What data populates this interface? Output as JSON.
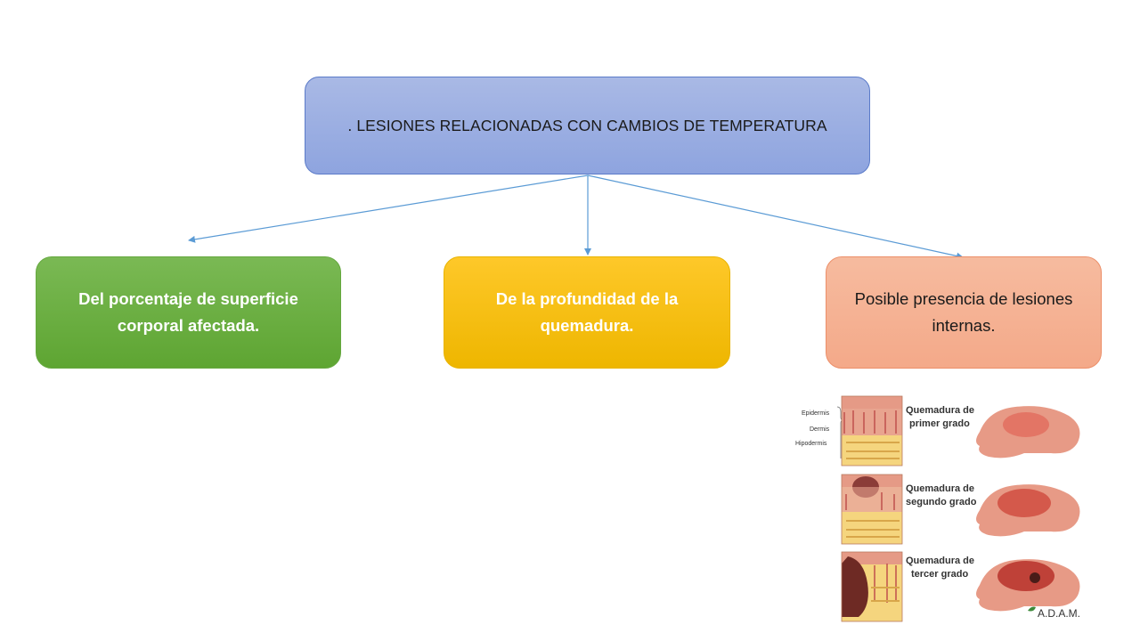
{
  "diagram": {
    "root": {
      "label": ". LESIONES RELACIONADAS CON CAMBIOS DE TEMPERATURA"
    },
    "children": [
      {
        "label": "Del porcentaje de superficie corporal afectada.",
        "color": "#6aae3f"
      },
      {
        "label": "De la profundidad de la quemadura.",
        "color": "#f8c00c"
      },
      {
        "label": "Posible presencia de lesiones internas.",
        "color": "#f5b194"
      }
    ],
    "connector_color": "#5b9bd5"
  },
  "figure": {
    "layers": [
      "Epidermis",
      "Dermis",
      "Hipodermis"
    ],
    "grades": [
      {
        "line1": "Quemadura de",
        "line2": "primer grado"
      },
      {
        "line1": "Quemadura de",
        "line2": "segundo grado"
      },
      {
        "line1": "Quemadura de",
        "line2": "tercer grado"
      }
    ],
    "logo": "A.D.A.M."
  }
}
